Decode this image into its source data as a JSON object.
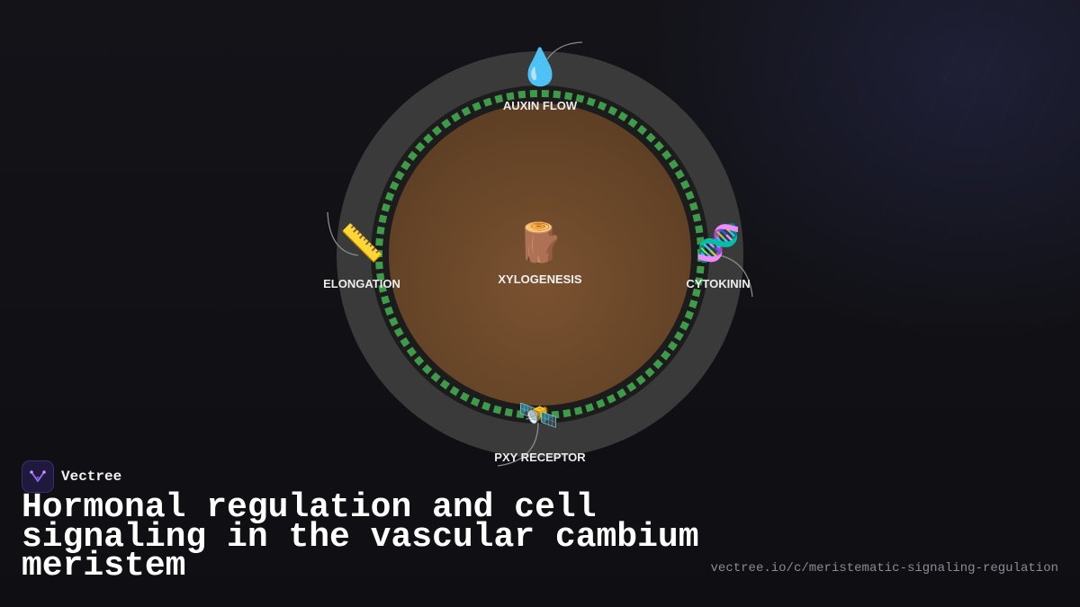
{
  "diagram": {
    "center": {
      "label": "XYLOGENESIS",
      "icon": "wood-log-icon",
      "glyph": "🪵"
    },
    "nodes": [
      {
        "id": "auxin",
        "label": "AUXIN FLOW",
        "icon": "droplet-icon",
        "glyph": "💧"
      },
      {
        "id": "cytokinin",
        "label": "CYTOKININ",
        "icon": "dna-icon",
        "glyph": "🧬"
      },
      {
        "id": "pxy",
        "label": "PXY RECEPTOR",
        "icon": "satellite-icon",
        "glyph": "🛰️"
      },
      {
        "id": "elongation",
        "label": "ELONGATION",
        "icon": "ruler-icon",
        "glyph": "📏"
      }
    ],
    "colors": {
      "outer_ring": "#3a3a3a",
      "dark_ring": "#1c1c1c",
      "dash_ring": "#3f9a4a",
      "core": "#6e4a2a",
      "connector": "#8a8a8a"
    }
  },
  "brand": {
    "name": "Vectree",
    "logo_icon": "vectree-logo-icon"
  },
  "title": "Hormonal regulation and cell signaling in the vascular cambium meristem",
  "url": "vectree.io/c/meristematic-signaling-regulation"
}
